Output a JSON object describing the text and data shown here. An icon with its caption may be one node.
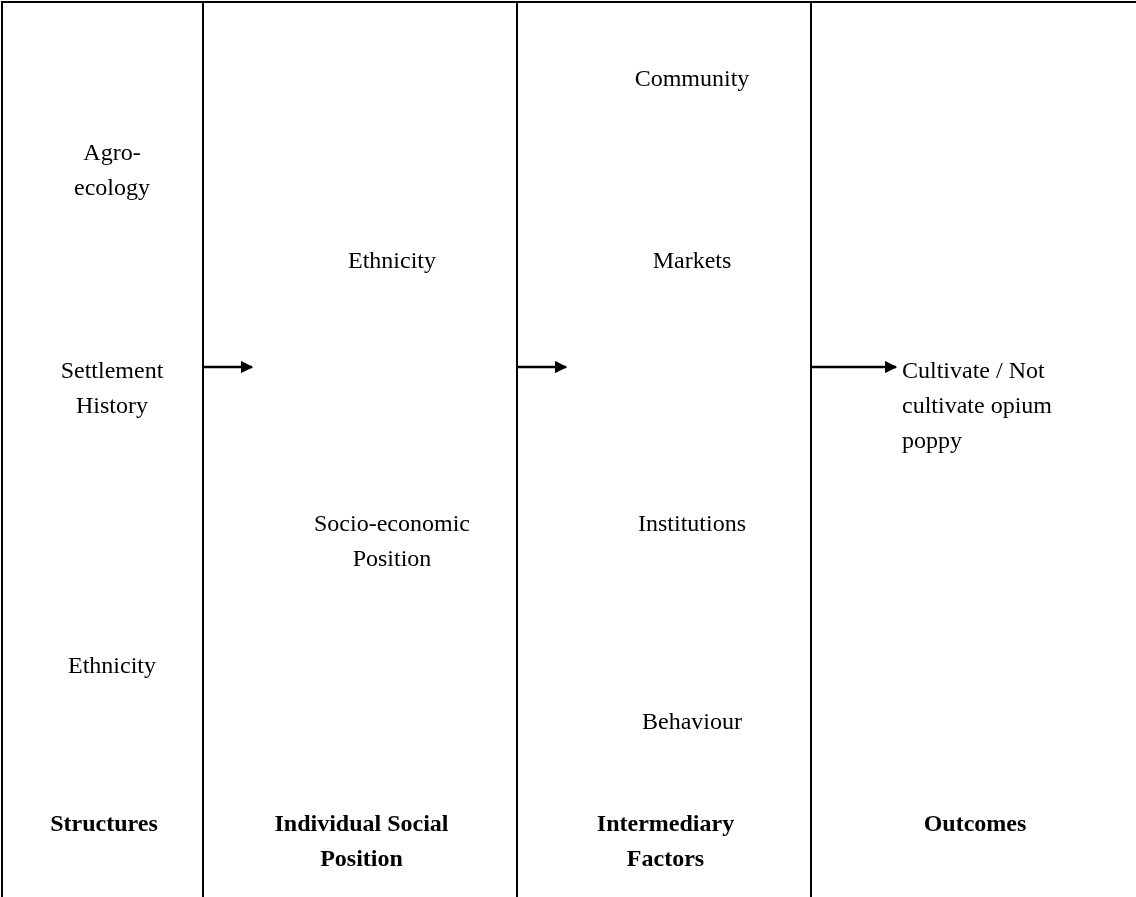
{
  "diagram": {
    "nodes": [
      {
        "text": [
          "Structures"
        ]
      },
      {
        "text": [
          "Agro-ecology"
        ],
        "in": 0
      },
      {
        "text": [
          "Settlement History"
        ],
        "in": 0
      },
      {
        "text": [
          "Ethnicity"
        ],
        "in": 0
      },
      {
        "text": [
          "Individual Social Position"
        ]
      },
      {
        "text": [
          "Ethnicity"
        ],
        "in": 4
      },
      {
        "text": [
          "Socio-economic Position"
        ],
        "in": 4
      },
      {
        "text": [
          "Intermediary Factors"
        ]
      },
      {
        "text": [
          "Community"
        ],
        "in": 7
      },
      {
        "text": [
          "Markets"
        ],
        "in": 7
      },
      {
        "text": [
          "Institutions"
        ],
        "in": 7
      },
      {
        "text": [
          "Behaviour"
        ],
        "in": 7
      },
      {
        "text": [
          "Outcomes"
        ]
      },
      {
        "text": [
          "Cultivate / Not cultivate opium poppy"
        ],
        "in": 12
      }
    ],
    "edges": [
      {
        "from": 0,
        "to": 4,
        "arrow": "to"
      },
      {
        "from": 4,
        "to": 7,
        "arrow": "to"
      },
      {
        "from": 7,
        "to": 13,
        "arrow": "to"
      }
    ]
  }
}
